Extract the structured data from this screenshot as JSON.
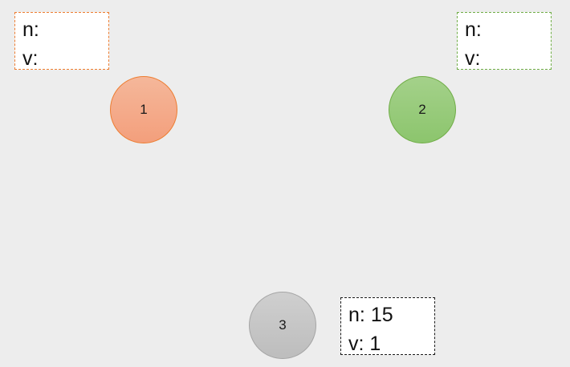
{
  "nodes": [
    {
      "label": "1",
      "color": "#ed7d31"
    },
    {
      "label": "2",
      "color": "#70ad47"
    },
    {
      "label": "3",
      "color": "#a5a5a5"
    }
  ],
  "info_boxes": [
    {
      "node": "1",
      "n_label": "n:",
      "n_value": "",
      "v_label": "v:",
      "v_value": ""
    },
    {
      "node": "2",
      "n_label": "n:",
      "n_value": "",
      "v_label": "v:",
      "v_value": ""
    },
    {
      "node": "3",
      "n_label": "n:",
      "n_value": "15",
      "v_label": "v:",
      "v_value": "1"
    }
  ]
}
